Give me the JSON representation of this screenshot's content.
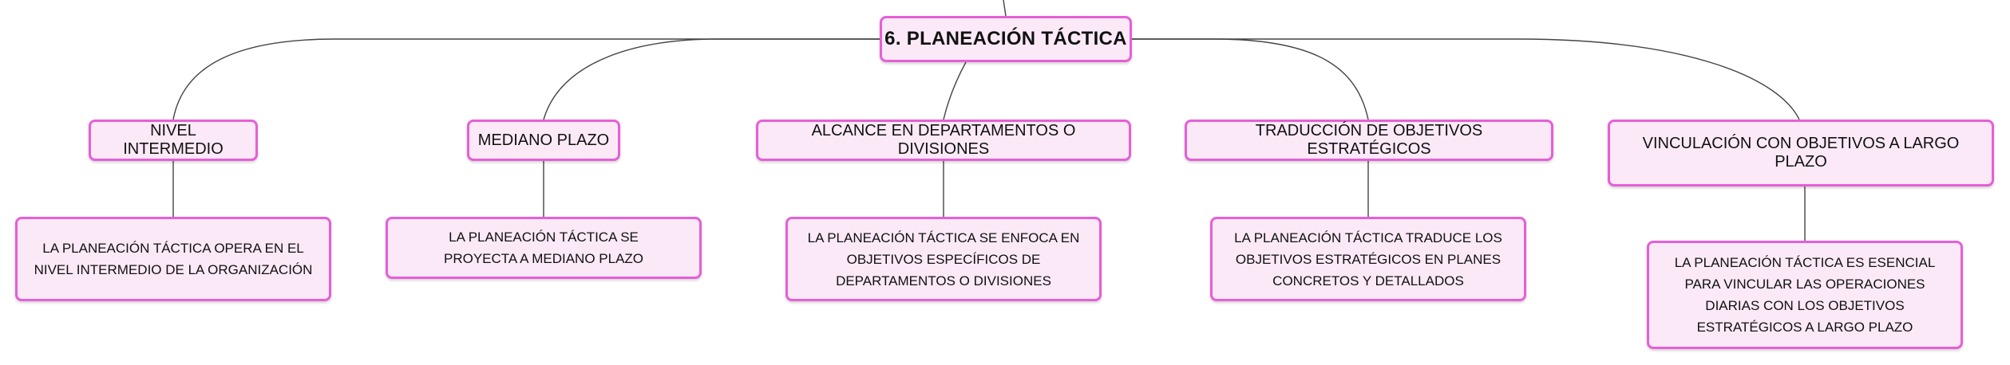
{
  "mindmap": {
    "root": {
      "label": "6. PLANEACIÓN TÁCTICA"
    },
    "branches": [
      {
        "label": "NIVEL INTERMEDIO",
        "detail": "LA PLANEACIÓN TÁCTICA OPERA EN EL NIVEL INTERMEDIO DE LA ORGANIZACIÓN"
      },
      {
        "label": "MEDIANO PLAZO",
        "detail": "LA PLANEACIÓN TÁCTICA SE PROYECTA A MEDIANO PLAZO"
      },
      {
        "label": "ALCANCE EN DEPARTAMENTOS O DIVISIONES",
        "detail": "LA PLANEACIÓN TÁCTICA SE ENFOCA EN OBJETIVOS ESPECÍFICOS DE DEPARTAMENTOS O DIVISIONES"
      },
      {
        "label": "TRADUCCIÓN DE OBJETIVOS ESTRATÉGICOS",
        "detail": "LA PLANEACIÓN TÁCTICA TRADUCE LOS OBJETIVOS ESTRATÉGICOS EN PLANES CONCRETOS Y DETALLADOS"
      },
      {
        "label": "VINCULACIÓN CON OBJETIVOS A LARGO PLAZO",
        "detail": "LA PLANEACIÓN TÁCTICA ES ESENCIAL PARA VINCULAR LAS OPERACIONES DIARIAS CON LOS OBJETIVOS ESTRATÉGICOS A LARGO PLAZO"
      }
    ]
  },
  "colors": {
    "node_border": "#e65fd6",
    "node_fill": "#fbe9f8",
    "connector": "#444444"
  }
}
